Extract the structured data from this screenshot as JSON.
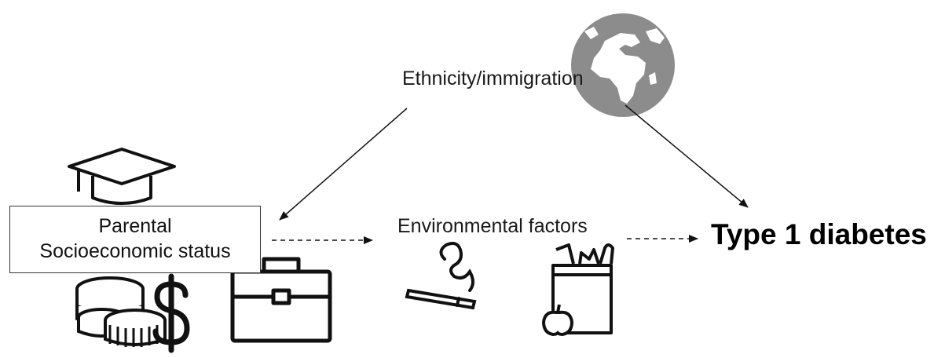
{
  "diagram": {
    "nodes": {
      "ethnicity": "Ethnicity/immigration",
      "ses_line1": "Parental",
      "ses_line2": "Socioeconomic status",
      "environment": "Environmental factors",
      "outcome": "Type 1 diabetes"
    },
    "edges": [
      {
        "from": "Ethnicity/immigration",
        "to": "Parental Socioeconomic status",
        "style": "solid"
      },
      {
        "from": "Ethnicity/immigration",
        "to": "Type 1 diabetes",
        "style": "solid"
      },
      {
        "from": "Parental Socioeconomic status",
        "to": "Environmental factors",
        "style": "dashed"
      },
      {
        "from": "Environmental factors",
        "to": "Type 1 diabetes",
        "style": "dashed"
      }
    ],
    "icons": [
      "globe-icon",
      "graduation-cap-icon",
      "coins-icon",
      "dollar-sign-icon",
      "briefcase-icon",
      "cigarette-icon",
      "grocery-bag-icon",
      "apple-icon"
    ],
    "colors": {
      "globe": "#8c8c8c",
      "line": "#111111"
    }
  }
}
